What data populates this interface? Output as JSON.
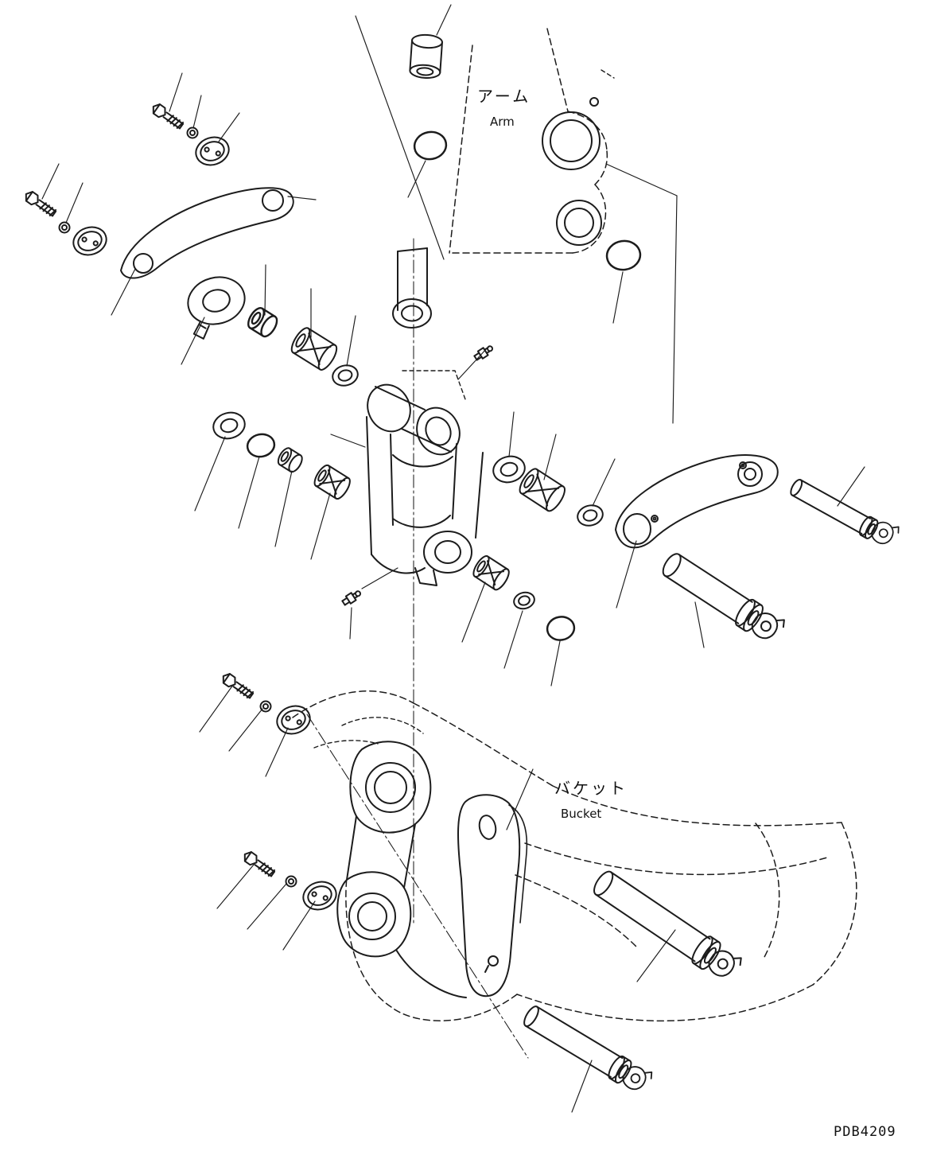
{
  "colors": {
    "line": "#1c1c1c",
    "background": "#ffffff"
  },
  "labels": {
    "arm_jp": "アーム",
    "arm_en": "Arm",
    "bucket_jp": "バケット",
    "bucket_en": "Bucket"
  },
  "drawing_code": "PDB4209"
}
